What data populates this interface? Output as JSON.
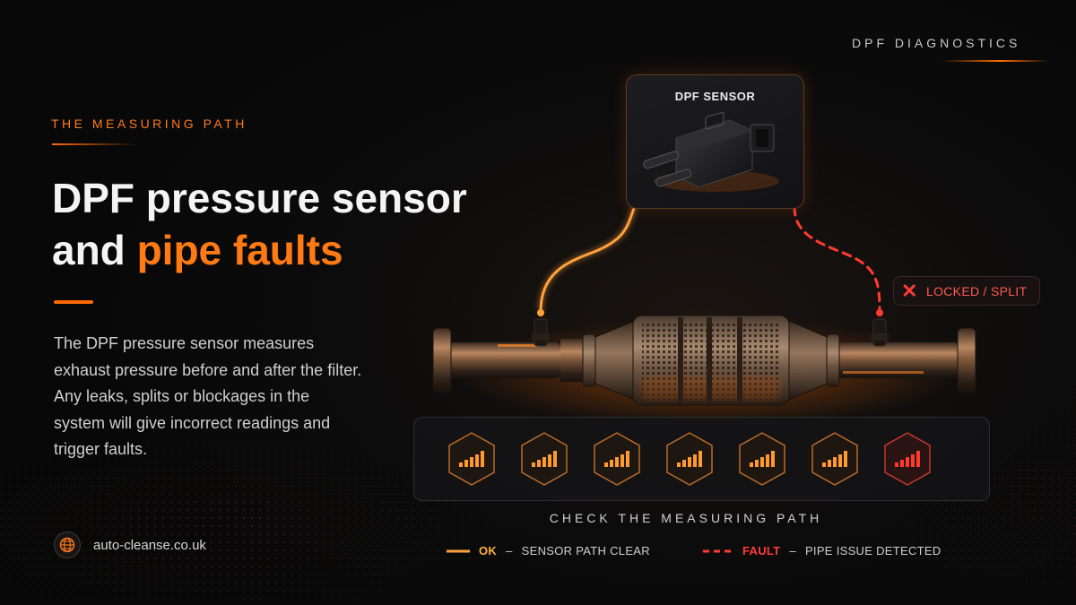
{
  "header": {
    "section_label": "DPF DIAGNOSTICS"
  },
  "hero": {
    "eyebrow": "THE MEASURING PATH",
    "title_line1": "DPF pressure sensor",
    "title_line2_plain": "and ",
    "title_line2_accent": "pipe faults",
    "description": "The DPF pressure sensor measures exhaust pressure before and after the filter. Any leaks, splits or blockages in the system will give incorrect readings and trigger faults."
  },
  "footer": {
    "website": "auto-cleanse.co.uk",
    "website_icon": "globe-icon"
  },
  "diagram": {
    "sensor_card_title": "DPF SENSOR",
    "fault_badge_text": "LOCKED / SPLIT",
    "fault_badge_icon": "x-mark-icon",
    "check_label": "CHECK THE MEASURING PATH",
    "ok_path_color": "#ffa13a",
    "fault_path_color": "#ff3b30"
  },
  "signal_indicators": [
    {
      "status": "ok",
      "icon": "signal-bars-icon"
    },
    {
      "status": "ok",
      "icon": "signal-bars-icon"
    },
    {
      "status": "ok",
      "icon": "signal-bars-icon"
    },
    {
      "status": "ok",
      "icon": "signal-bars-icon"
    },
    {
      "status": "ok",
      "icon": "signal-bars-icon"
    },
    {
      "status": "ok",
      "icon": "signal-bars-icon"
    },
    {
      "status": "fault",
      "icon": "signal-bars-icon"
    }
  ],
  "legend": {
    "ok_key": "OK",
    "ok_text": "SENSOR PATH CLEAR",
    "fault_key": "FAULT",
    "fault_text": "PIPE ISSUE DETECTED",
    "separator": "–"
  },
  "colors": {
    "accent": "#ff7a12",
    "fault": "#ff3b36",
    "background": "#0a0a0b"
  }
}
